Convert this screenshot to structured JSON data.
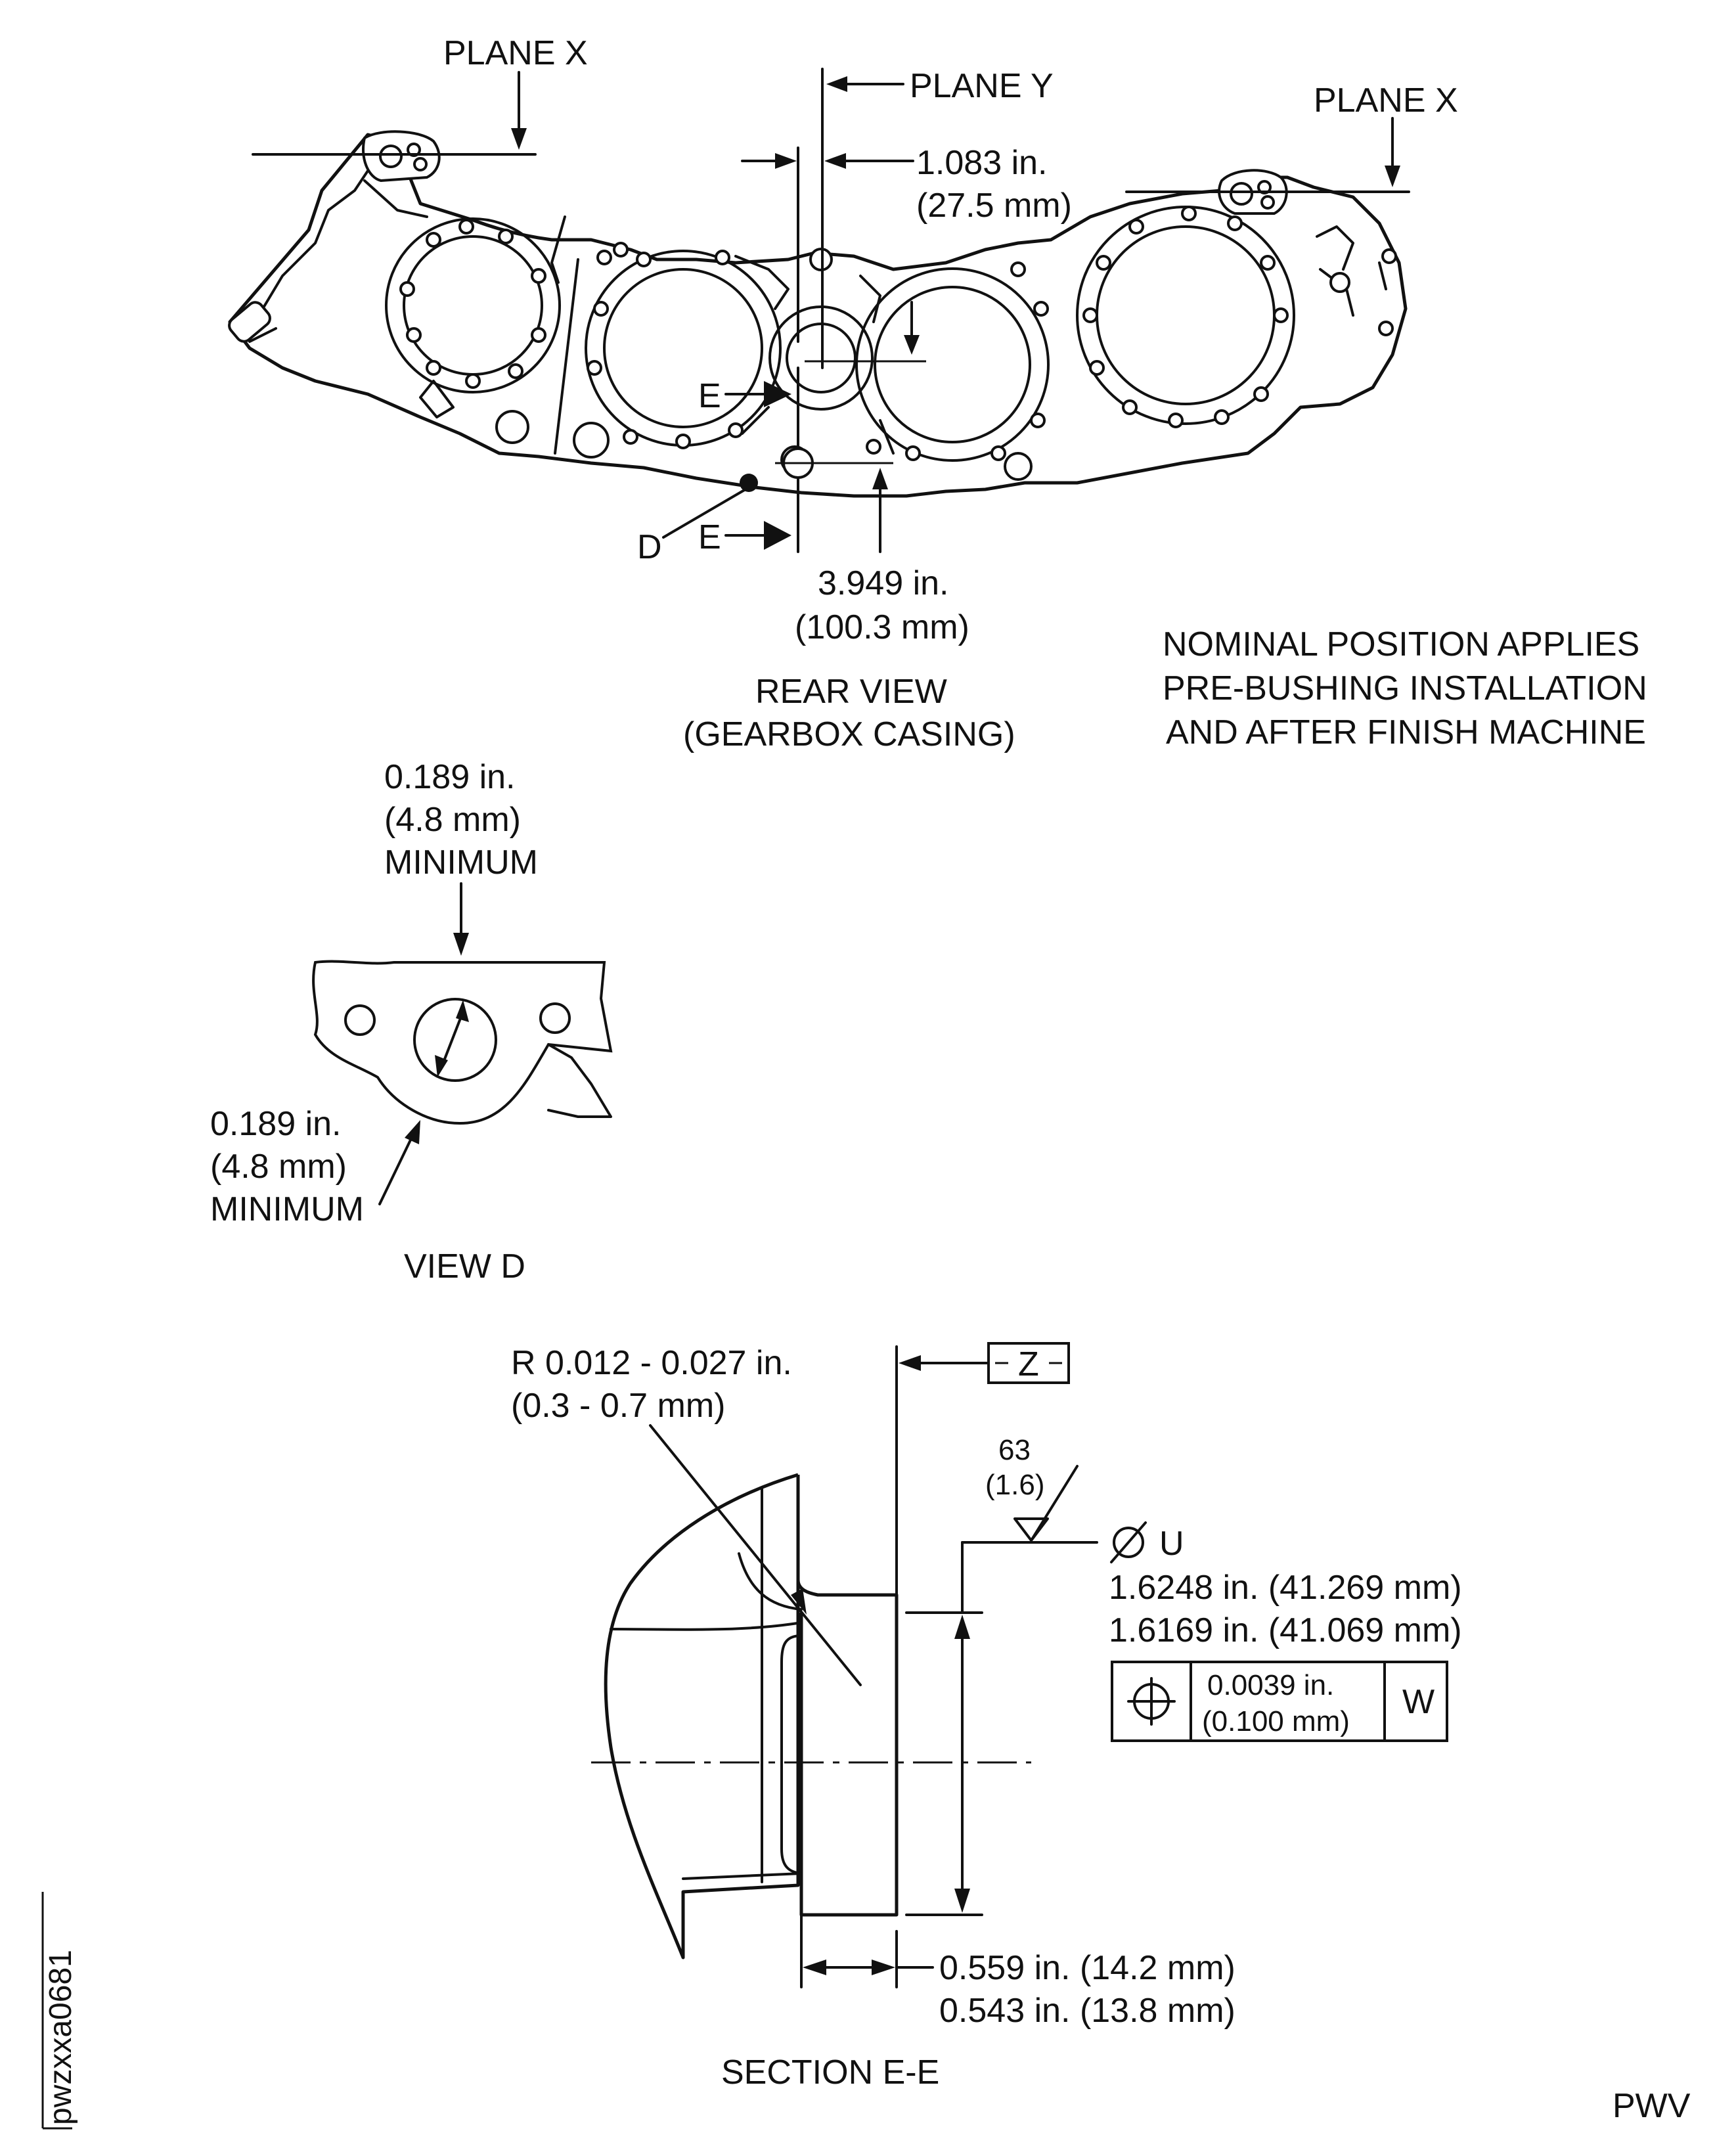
{
  "rear_view": {
    "plane_x_left": "PLANE X",
    "plane_x_right": "PLANE X",
    "plane_y": "PLANE Y",
    "dim_top_in": "1.083 in.",
    "dim_top_mm": "(27.5 mm)",
    "dim_bottom_in": "3.949 in.",
    "dim_bottom_mm": "(100.3 mm)",
    "section_mark_upper": "E",
    "section_mark_lower": "E",
    "view_marker": "D",
    "caption_line1": "REAR VIEW",
    "caption_line2": "(GEARBOX CASING)"
  },
  "note": {
    "line1": "NOMINAL POSITION APPLIES",
    "line2": "PRE-BUSHING INSTALLATION",
    "line3": "AND AFTER FINISH MACHINE"
  },
  "view_d": {
    "top_dim_in": "0.189 in.",
    "top_dim_mm": "(4.8 mm)",
    "top_dim_qual": "MINIMUM",
    "bottom_dim_in": "0.189 in.",
    "bottom_dim_mm": "(4.8 mm)",
    "bottom_dim_qual": "MINIMUM",
    "caption": "VIEW D"
  },
  "section_ee": {
    "radius_line1": "R 0.012 - 0.027 in.",
    "radius_line2": "(0.3 - 0.7 mm)",
    "datum": "Z",
    "finish_value": "63",
    "finish_metric": "(1.6)",
    "bore_label": "U",
    "bore_max": "1.6248 in. (41.269 mm)",
    "bore_min": "1.6169 in. (41.069 mm)",
    "fcf_tolerance_in": "0.0039 in.",
    "fcf_tolerance_mm": "(0.100 mm)",
    "fcf_datum": "W",
    "depth_max": "0.559 in. (14.2 mm)",
    "depth_min": "0.543 in. (13.8 mm)",
    "caption": "SECTION E-E"
  },
  "figure_id": "pwzxxa0681",
  "corner_code": "PWV"
}
